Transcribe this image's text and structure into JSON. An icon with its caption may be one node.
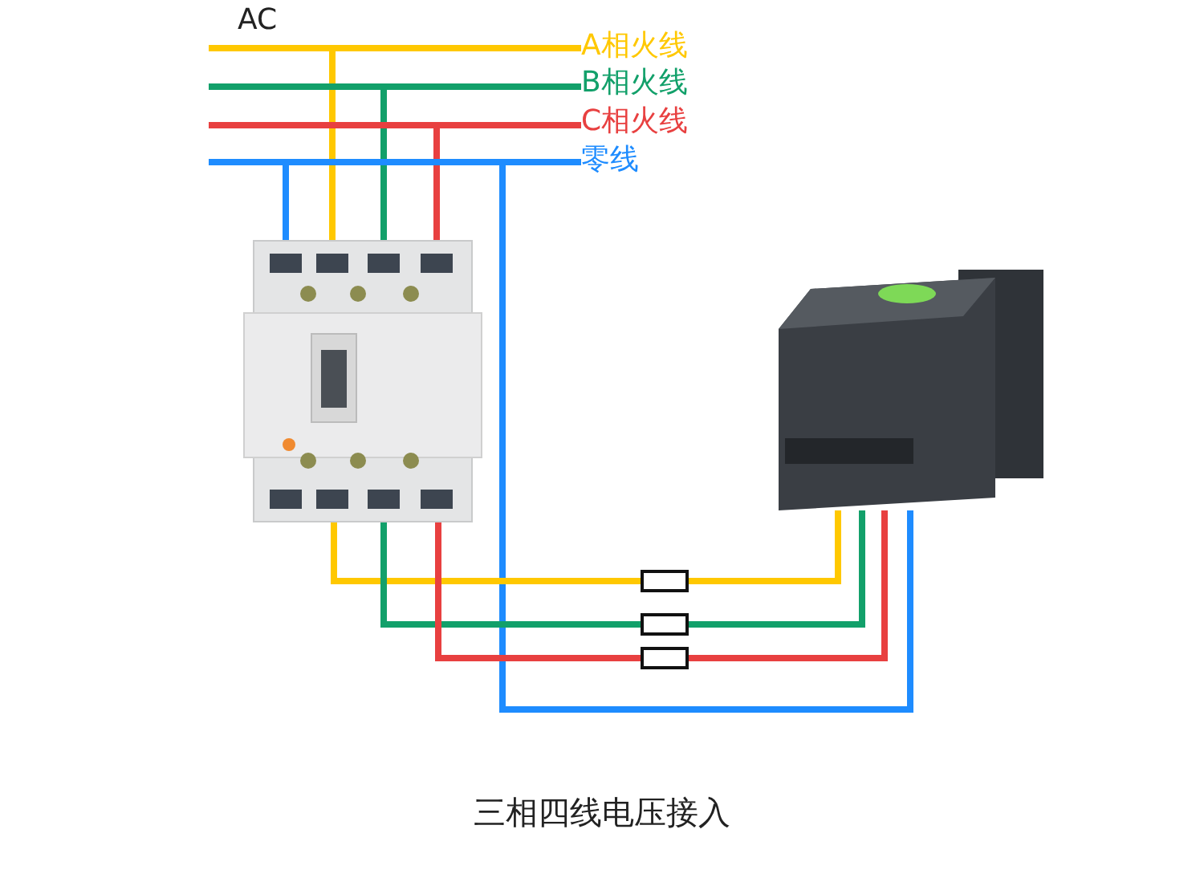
{
  "diagram": {
    "caption": "三相四线电压接入",
    "nodes": [
      {
        "text": [
          "A相火线"
        ]
      },
      {
        "text": [
          "B相火线"
        ]
      },
      {
        "text": [
          "C相火线"
        ]
      },
      {
        "text": [
          "零线"
        ]
      },
      {
        "text": [],
        "shape": "picture"
      },
      {
        "text": [],
        "shape": "picture"
      },
      {
        "text": [],
        "shape": "box"
      },
      {
        "text": [],
        "shape": "box"
      },
      {
        "text": [],
        "shape": "box"
      }
    ],
    "edges": [
      {
        "from": 0,
        "to": 4,
        "arrow": "none",
        "color": "#ffc800"
      },
      {
        "from": 1,
        "to": 4,
        "arrow": "none",
        "color": "#12a06a"
      },
      {
        "from": 2,
        "to": 4,
        "arrow": "none",
        "color": "#e84040"
      },
      {
        "from": 3,
        "to": 4,
        "arrow": "none",
        "color": "#1e8cff"
      },
      {
        "from": 3,
        "to": 5,
        "arrow": "none",
        "color": "#1e8cff"
      },
      {
        "from": 4,
        "to": 6,
        "arrow": "none",
        "color": "#ffc800"
      },
      {
        "from": 6,
        "to": 5,
        "arrow": "none",
        "color": "#ffc800"
      },
      {
        "from": 4,
        "to": 7,
        "arrow": "none",
        "color": "#12a06a"
      },
      {
        "from": 7,
        "to": 5,
        "arrow": "none",
        "color": "#12a06a"
      },
      {
        "from": 4,
        "to": 8,
        "arrow": "none",
        "color": "#e84040"
      },
      {
        "from": 8,
        "to": 5,
        "arrow": "none",
        "color": "#e84040"
      }
    ],
    "labels": [
      "AC"
    ]
  }
}
